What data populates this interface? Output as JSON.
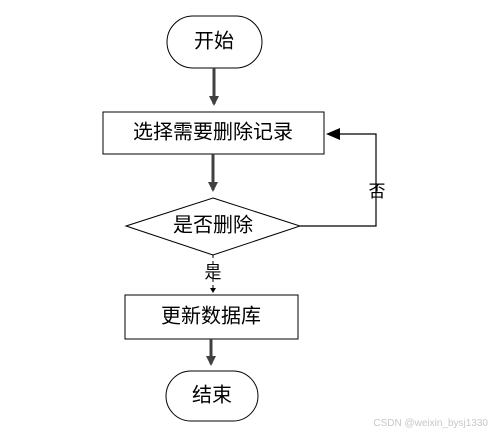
{
  "diagram": {
    "nodes": {
      "start": "开始",
      "select": "选择需要删除记录",
      "decision": "是否删除",
      "update": "更新数据库",
      "end": "结束"
    },
    "edges": {
      "yes_label": "是",
      "no_label": "否"
    }
  },
  "watermark": "CSDN @weixin_bysj1330",
  "colors": {
    "line": "#000000",
    "arrow": "#404040",
    "watermark": "#c7c7c7"
  }
}
